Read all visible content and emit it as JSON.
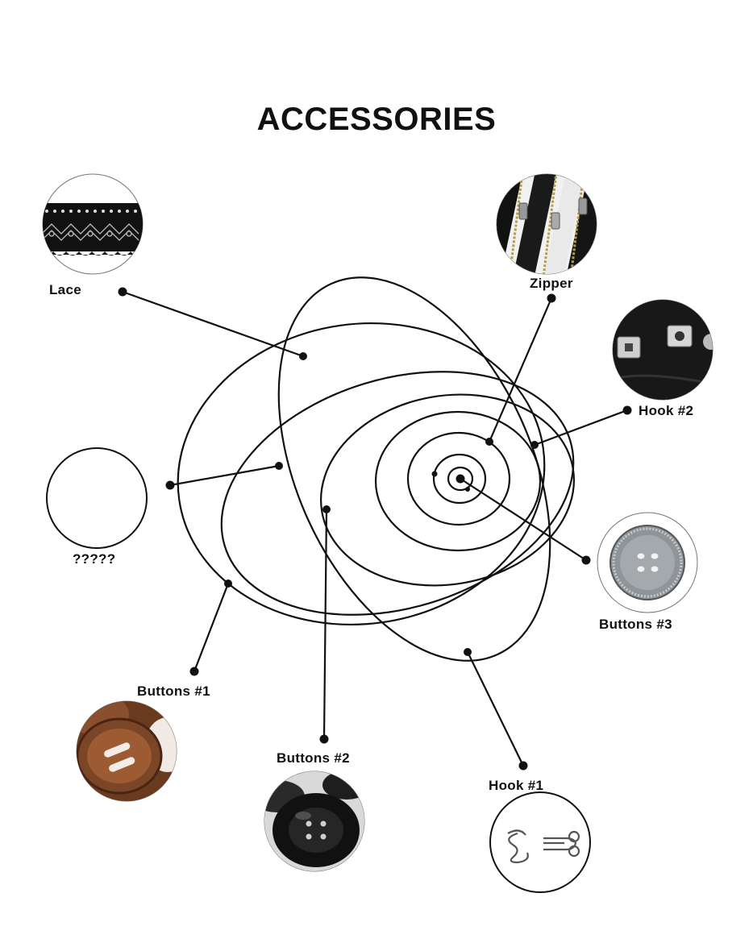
{
  "title": "ACCESSORIES",
  "labels": {
    "lace": "Lace",
    "zipper": "Zipper",
    "hook2": "Hook #2",
    "unknown": "?????",
    "buttons3": "Buttons #3",
    "buttons1": "Buttons #1",
    "buttons2": "Buttons #2",
    "hook1": "Hook #1"
  },
  "colors": {
    "ink": "#111111",
    "background": "#ffffff"
  }
}
